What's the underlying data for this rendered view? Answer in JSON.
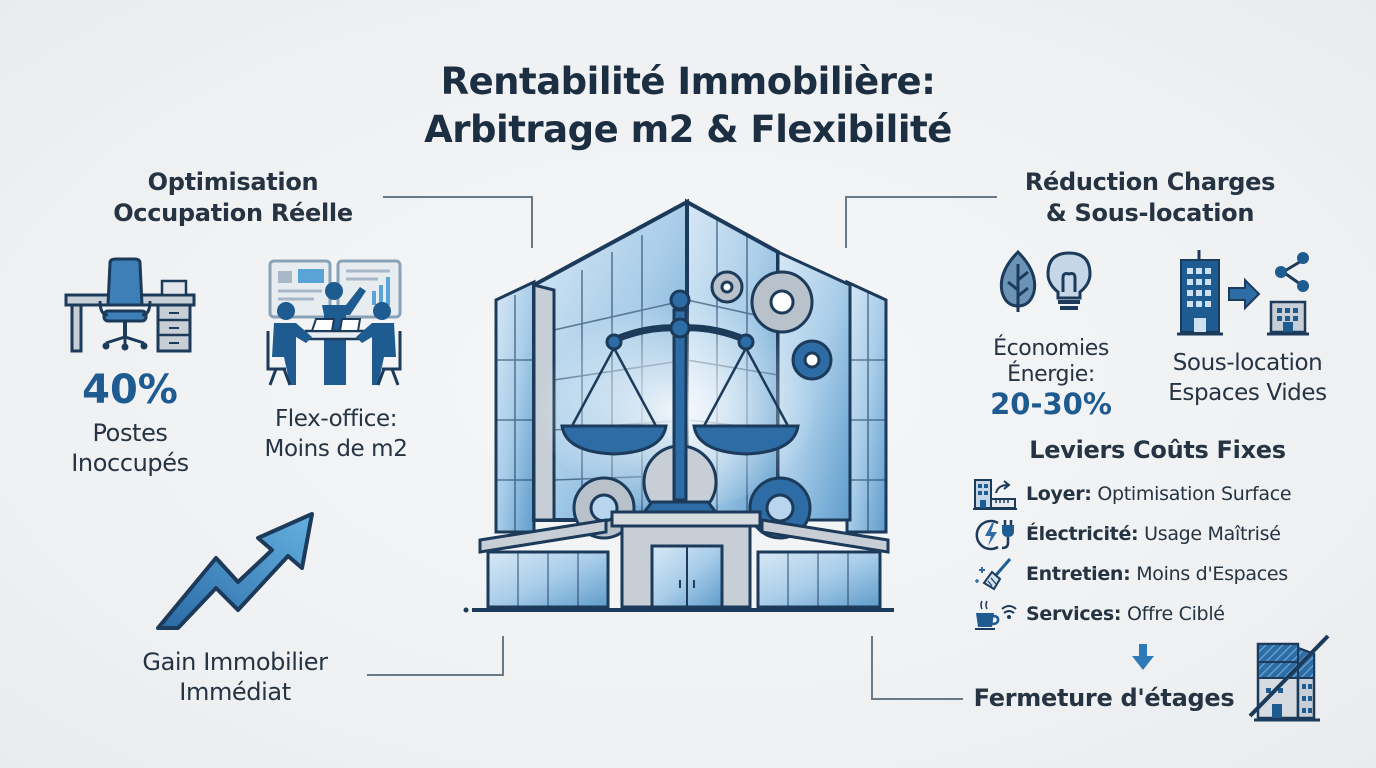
{
  "title": {
    "line1": "Rentabilité Immobilière:",
    "line2": "Arbitrage m2 & Flexibilité"
  },
  "left": {
    "section_title": {
      "line1": "Optimisation",
      "line2": "Occupation Réelle"
    },
    "stat": {
      "icon": "desk-chair-icon",
      "value": "40%",
      "label_line1": "Postes",
      "label_line2": "Inoccupés"
    },
    "flex": {
      "icon": "meeting-team-icon",
      "label_line1": "Flex-office:",
      "label_line2": "Moins de m2"
    },
    "gain": {
      "icon": "trend-up-arrow-icon",
      "label_line1": "Gain Immobilier",
      "label_line2": "Immédiat"
    }
  },
  "center": {
    "icon": "office-building-scales-gears-icon"
  },
  "right": {
    "section_title": {
      "line1": "Réduction Charges",
      "line2": "& Sous-location"
    },
    "energy": {
      "icons": [
        "leaf-icon",
        "lightbulb-icon"
      ],
      "label_line1": "Économies",
      "label_line2": "Énergie:",
      "value": "20-30%"
    },
    "sublet": {
      "icon": "building-sublet-share-icon",
      "label_line1": "Sous-location",
      "label_line2": "Espaces Vides"
    },
    "levers": {
      "title": "Leviers Coûts Fixes",
      "items": [
        {
          "icon": "building-surface-icon",
          "key": "Loyer:",
          "value": "Optimisation Surface"
        },
        {
          "icon": "electricity-plug-icon",
          "key": "Électricité:",
          "value": "Usage Maîtrisé"
        },
        {
          "icon": "broom-icon",
          "key": "Entretien:",
          "value": "Moins d'Espaces"
        },
        {
          "icon": "coffee-wifi-icon",
          "key": "Services:",
          "value": "Offre Ciblé"
        }
      ]
    },
    "closing": {
      "arrow_icon": "arrow-down-icon",
      "label": "Fermeture d'étages",
      "icon": "building-floors-closed-icon"
    }
  },
  "colors": {
    "title": "#1c2e42",
    "accent_blue": "#1e5b90",
    "icon_blue": "#2d6ca5",
    "light_blue": "#5aa3d6",
    "outline": "#1c3a5a",
    "gray": "#a9b3bd",
    "connector": "#6b7886",
    "background": "#f1f3f5"
  }
}
